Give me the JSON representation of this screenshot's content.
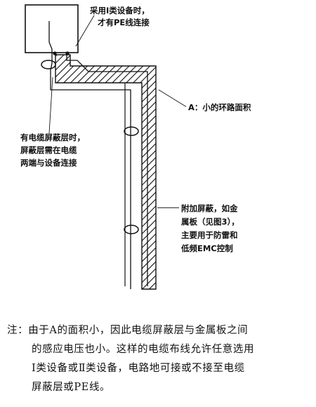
{
  "labels": {
    "pe_line_1": "采用Ⅰ类设备时，",
    "pe_line_2": "才有PE线连接",
    "area_a": "A：小的环路面积",
    "shield_line_1": "有电缆屏蔽层时，",
    "shield_line_2": "屏蔽层需在电缆",
    "shield_line_3": "两端与设备连接",
    "metal_line_1": "附加屏蔽，如金",
    "metal_line_2": "属板（见图3），",
    "metal_line_3": "主要用于防雷和",
    "metal_line_4": "低频EMC控制"
  },
  "note": {
    "line_1": "注：由于A的面积小，因此电缆屏蔽层与金属板之间",
    "line_2": "的感应电压也小。这样的电缆布线允许任意选用",
    "line_3": "Ⅰ类设备或Ⅱ类设备，电路地可接或不接至电缆",
    "line_4": "屏蔽层或PE线。"
  },
  "colors": {
    "ink": "#111111",
    "background": "#ffffff"
  }
}
